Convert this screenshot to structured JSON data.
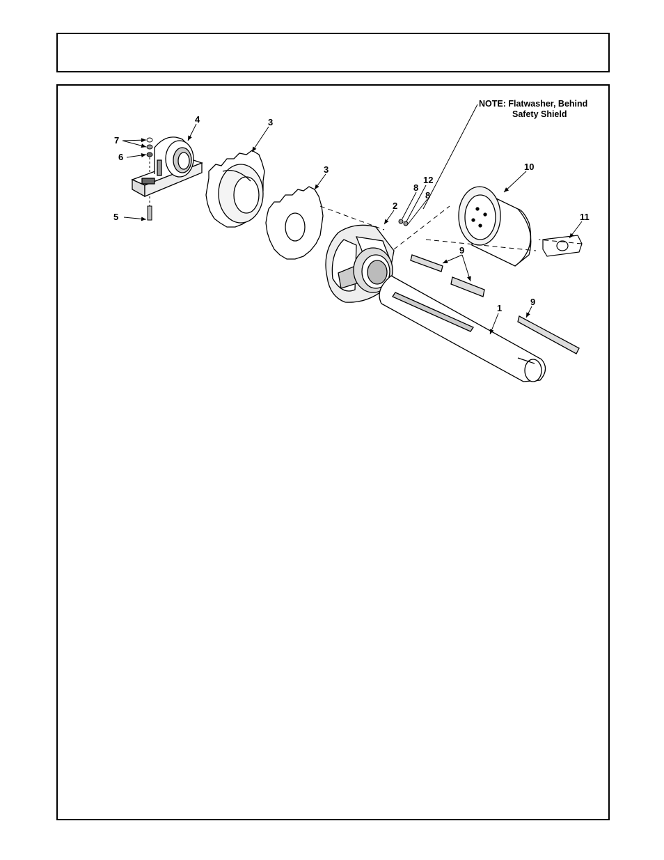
{
  "header": {
    "title": ""
  },
  "diagram": {
    "note_line1": "NOTE: Flatwasher, Behind",
    "note_line2": "Safety Shield",
    "callouts": {
      "c1": "1",
      "c2": "2",
      "c3a": "3",
      "c3b": "3",
      "c4": "4",
      "c5": "5",
      "c6": "6",
      "c7": "7",
      "c8a": "8",
      "c8b": "8",
      "c9a": "9",
      "c9b": "9",
      "c10": "10",
      "c11": "11",
      "c12": "12"
    }
  }
}
